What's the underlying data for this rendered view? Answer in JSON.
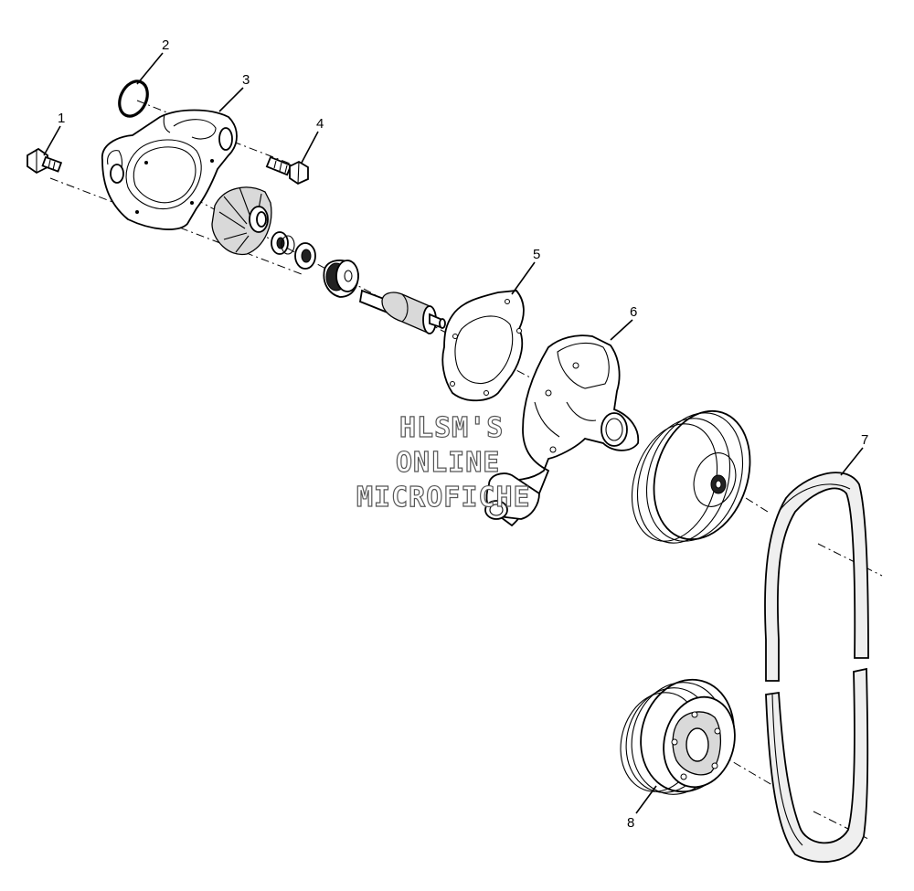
{
  "callouts": [
    {
      "id": "1",
      "label": "1"
    },
    {
      "id": "2",
      "label": "2"
    },
    {
      "id": "3",
      "label": "3"
    },
    {
      "id": "4",
      "label": "4"
    },
    {
      "id": "5",
      "label": "5"
    },
    {
      "id": "6",
      "label": "6"
    },
    {
      "id": "7",
      "label": "7"
    },
    {
      "id": "8",
      "label": "8"
    }
  ],
  "watermark": {
    "line1": "HLSM'S",
    "line2": "ONLINE",
    "line3": "MICROFICHE"
  },
  "colors": {
    "ink": "#000000",
    "background": "#ffffff",
    "watermark_outline": "#555555"
  }
}
